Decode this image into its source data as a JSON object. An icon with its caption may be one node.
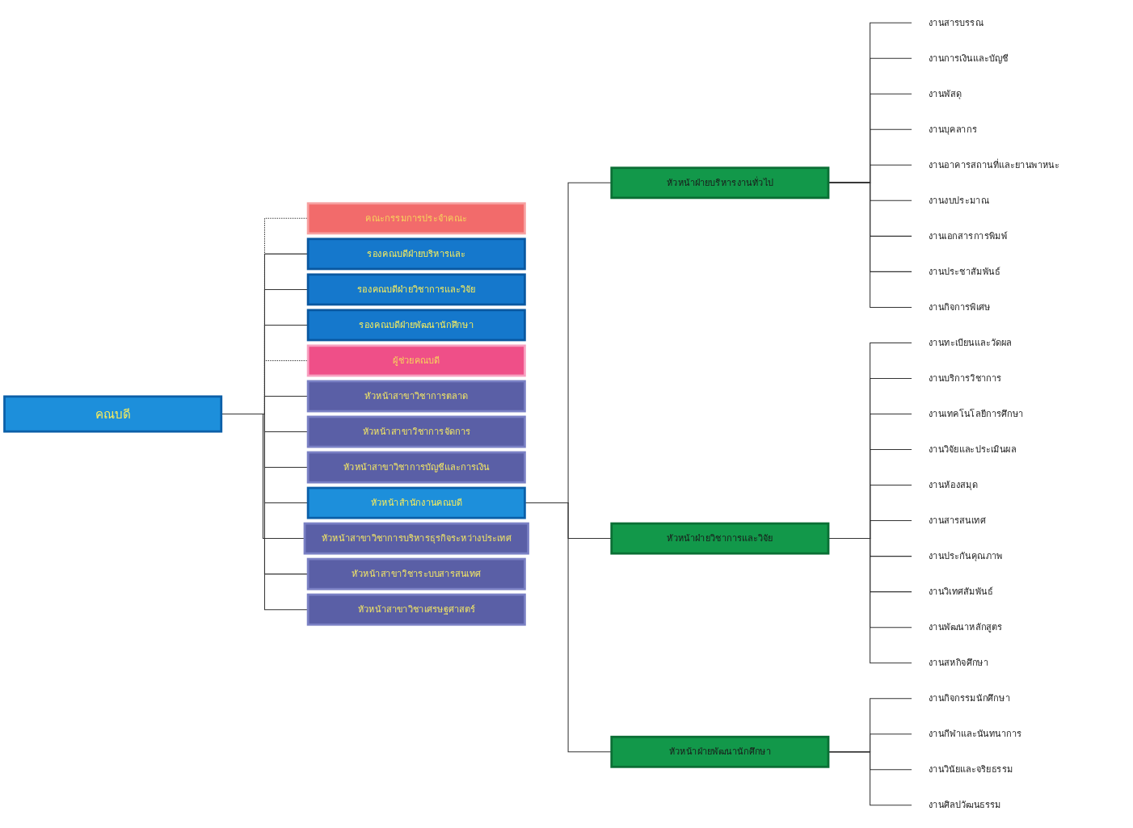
{
  "diagram": {
    "nodes": [
      {
        "text": [
          "คณบดี"
        ]
      },
      {
        "text": [
          "คณะกรรมการประจำคณะ"
        ]
      },
      {
        "text": [
          "รองคณบดีฝ่ายบริหารและ"
        ]
      },
      {
        "text": [
          "รองคณบดีฝ่ายวิชาการและวิจัย"
        ]
      },
      {
        "text": [
          "รองคณบดีฝ่ายพัฒนานักศึกษา"
        ]
      },
      {
        "text": [
          "ผู้ช่วยคณบดี"
        ]
      },
      {
        "text": [
          "หัวหน้าสาขาวิชาการตลาด"
        ]
      },
      {
        "text": [
          "หัวหน้าสาขาวิชาการจัดการ"
        ]
      },
      {
        "text": [
          "หัวหน้าสาขาวิชาการบัญชีและการเงิน"
        ]
      },
      {
        "text": [
          "หัวหน้าสำนักงานคณบดี"
        ]
      },
      {
        "text": [
          "หัวหน้าสาขาวิชาการบริหารธุรกิจระหว่างประเทศ"
        ]
      },
      {
        "text": [
          "หัวหน้าสาขาวิชาระบบสารสนเทศ"
        ]
      },
      {
        "text": [
          "หัวหน้าสาขาวิชาเศรษฐศาสตร์"
        ]
      },
      {
        "text": [
          "หัวหน้าฝ่ายบริหารงานทั่วไป"
        ]
      },
      {
        "text": [
          "หัวหน้าฝ่ายวิชาการและวิจัย"
        ]
      },
      {
        "text": [
          "หัวหน้าฝ่ายพัฒนานักศึกษา"
        ]
      },
      {
        "text": [
          "งานสารบรรณ"
        ]
      },
      {
        "text": [
          "งานการเงินและบัญชี"
        ]
      },
      {
        "text": [
          "งานพัสดุ"
        ]
      },
      {
        "text": [
          "งานบุคลากร"
        ]
      },
      {
        "text": [
          "งานอาคารสถานที่และยานพาหนะ"
        ]
      },
      {
        "text": [
          "งานงบประมาณ"
        ]
      },
      {
        "text": [
          "งานเอกสารการพิมพ์"
        ]
      },
      {
        "text": [
          "งานประชาสัมพันธ์"
        ]
      },
      {
        "text": [
          "งานกิจการพิเศษ"
        ]
      },
      {
        "text": [
          "งานทะเบียนและวัดผล"
        ]
      },
      {
        "text": [
          "งานบริการวิชาการ"
        ]
      },
      {
        "text": [
          "งานเทคโนโลยีการศึกษา"
        ]
      },
      {
        "text": [
          "งานวิจัยและประเมินผล"
        ]
      },
      {
        "text": [
          "งานห้องสมุด"
        ]
      },
      {
        "text": [
          "งานสารสนเทศ"
        ]
      },
      {
        "text": [
          "งานประกันคุณภาพ"
        ]
      },
      {
        "text": [
          "งานวิเทศสัมพันธ์"
        ]
      },
      {
        "text": [
          "งานพัฒนาหลักสูตร"
        ]
      },
      {
        "text": [
          "งานสหกิจศึกษา"
        ]
      },
      {
        "text": [
          "งานกิจกรรมนักศึกษา"
        ]
      },
      {
        "text": [
          "งานกีฬาและนันทนาการ"
        ]
      },
      {
        "text": [
          "งานวินัยและจริยธรรม"
        ]
      },
      {
        "text": [
          "งานศิลปวัฒนธรรม"
        ]
      }
    ],
    "edges": [
      {
        "from": 0,
        "to": 1,
        "arrow": "none",
        "style": "dashed"
      },
      {
        "from": 0,
        "to": 2,
        "arrow": "none"
      },
      {
        "from": 0,
        "to": 3,
        "arrow": "none"
      },
      {
        "from": 0,
        "to": 4,
        "arrow": "none"
      },
      {
        "from": 0,
        "to": 5,
        "arrow": "none",
        "style": "dashed"
      },
      {
        "from": 0,
        "to": 6,
        "arrow": "none"
      },
      {
        "from": 0,
        "to": 7,
        "arrow": "none"
      },
      {
        "from": 0,
        "to": 8,
        "arrow": "none"
      },
      {
        "from": 0,
        "to": 9,
        "arrow": "none"
      },
      {
        "from": 0,
        "to": 10,
        "arrow": "none"
      },
      {
        "from": 0,
        "to": 11,
        "arrow": "none"
      },
      {
        "from": 0,
        "to": 12,
        "arrow": "none"
      },
      {
        "from": 9,
        "to": 13,
        "arrow": "none"
      },
      {
        "from": 9,
        "to": 14,
        "arrow": "none"
      },
      {
        "from": 9,
        "to": 15,
        "arrow": "none"
      },
      {
        "from": 13,
        "to": 16,
        "arrow": "none"
      },
      {
        "from": 13,
        "to": 17,
        "arrow": "none"
      },
      {
        "from": 13,
        "to": 18,
        "arrow": "none"
      },
      {
        "from": 13,
        "to": 19,
        "arrow": "none"
      },
      {
        "from": 13,
        "to": 20,
        "arrow": "none"
      },
      {
        "from": 13,
        "to": 21,
        "arrow": "none"
      },
      {
        "from": 13,
        "to": 22,
        "arrow": "none"
      },
      {
        "from": 13,
        "to": 23,
        "arrow": "none"
      },
      {
        "from": 13,
        "to": 24,
        "arrow": "none"
      },
      {
        "from": 14,
        "to": 25,
        "arrow": "none"
      },
      {
        "from": 14,
        "to": 26,
        "arrow": "none"
      },
      {
        "from": 14,
        "to": 27,
        "arrow": "none"
      },
      {
        "from": 14,
        "to": 28,
        "arrow": "none"
      },
      {
        "from": 14,
        "to": 29,
        "arrow": "none"
      },
      {
        "from": 14,
        "to": 30,
        "arrow": "none"
      },
      {
        "from": 14,
        "to": 31,
        "arrow": "none"
      },
      {
        "from": 14,
        "to": 32,
        "arrow": "none"
      },
      {
        "from": 14,
        "to": 33,
        "arrow": "none"
      },
      {
        "from": 14,
        "to": 34,
        "arrow": "none"
      },
      {
        "from": 15,
        "to": 35,
        "arrow": "none"
      },
      {
        "from": 15,
        "to": 36,
        "arrow": "none"
      },
      {
        "from": 15,
        "to": 37,
        "arrow": "none"
      },
      {
        "from": 15,
        "to": 38,
        "arrow": "none"
      }
    ]
  }
}
